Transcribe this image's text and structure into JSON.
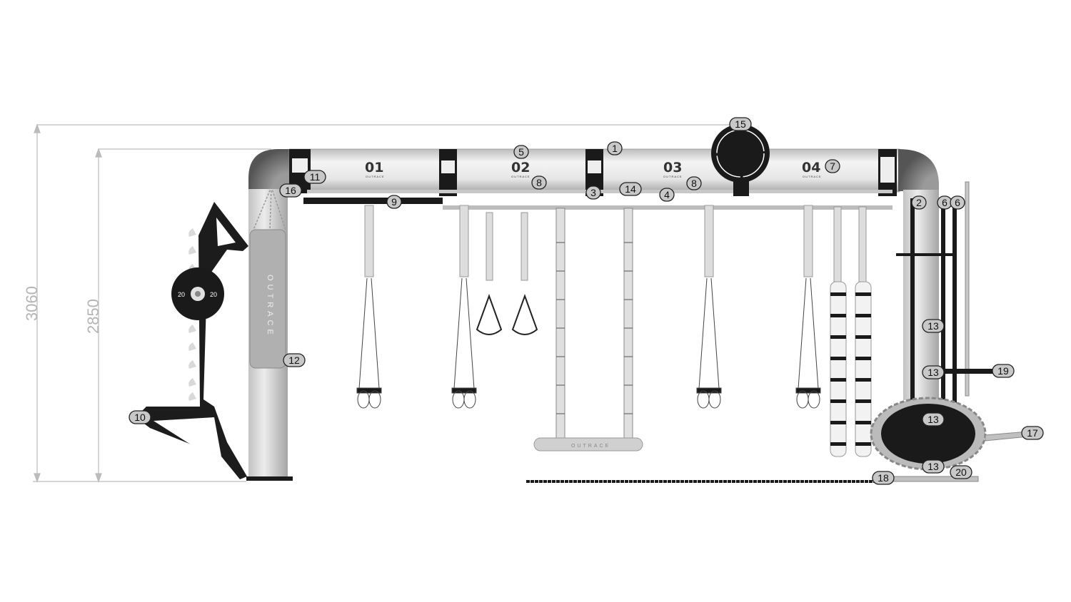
{
  "dimensions": {
    "total_height": "3060",
    "beam_height": "2850"
  },
  "bays": [
    "01",
    "02",
    "03",
    "04"
  ],
  "brand": "OUTRACE",
  "plate_weight": "20",
  "callouts": [
    "1",
    "5",
    "7",
    "11",
    "8",
    "8",
    "16",
    "14",
    "3",
    "4",
    "9",
    "15",
    "2",
    "6",
    "6",
    "13",
    "13",
    "19",
    "13",
    "17",
    "13",
    "20",
    "18",
    "12",
    "10"
  ],
  "colors": {
    "frame": "#d8d8d8",
    "dark": "#1a1a1a",
    "elbow": "#707070",
    "callout_fill": "#c8c8c8"
  }
}
